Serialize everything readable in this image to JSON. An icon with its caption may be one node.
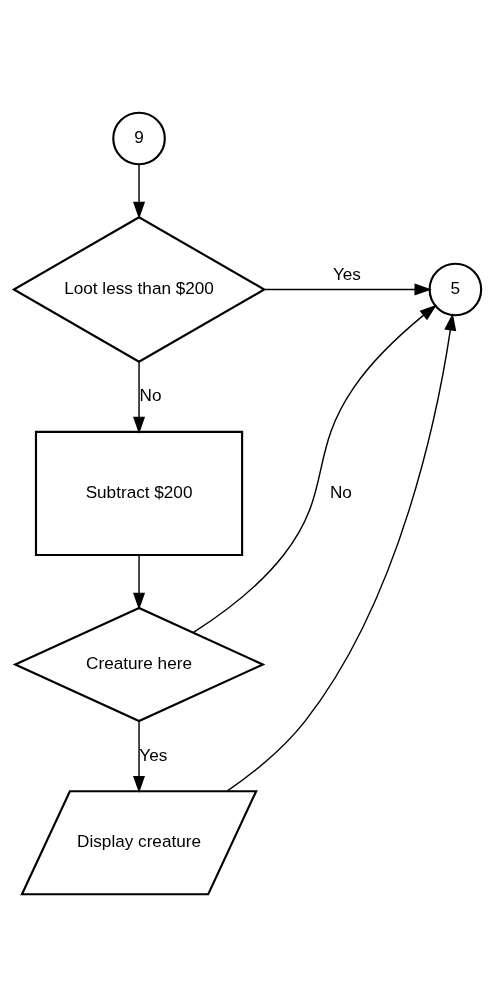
{
  "diagram": {
    "nodes": [
      {
        "text": [
          "9"
        ]
      },
      {
        "text": [
          "Loot less than $200"
        ]
      },
      {
        "text": [
          "5"
        ]
      },
      {
        "text": [
          "Subtract $200"
        ]
      },
      {
        "text": [
          "Creature here"
        ]
      },
      {
        "text": [
          "Display creature"
        ]
      }
    ],
    "edges": [
      {
        "from": 0,
        "to": 1,
        "arrow": "to"
      },
      {
        "from": 1,
        "to": 2,
        "arrow": "to",
        "label": "Yes"
      },
      {
        "from": 1,
        "to": 3,
        "arrow": "to",
        "label": "No"
      },
      {
        "from": 3,
        "to": 4,
        "arrow": "to"
      },
      {
        "from": 4,
        "to": 2,
        "arrow": "to",
        "label": "No"
      },
      {
        "from": 4,
        "to": 5,
        "arrow": "to",
        "label": "Yes"
      },
      {
        "from": 5,
        "to": 2,
        "arrow": "to"
      }
    ]
  }
}
